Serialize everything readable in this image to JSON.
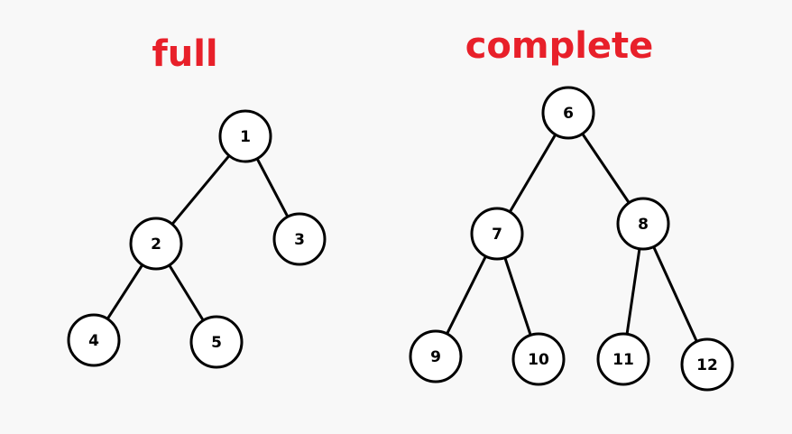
{
  "colors": {
    "title": "#e8202a",
    "node_fill": "#ffffff",
    "stroke": "#000000",
    "background": "#f8f8f8"
  },
  "trees": {
    "full": {
      "title": "full",
      "nodes": [
        {
          "id": "1",
          "label": "1"
        },
        {
          "id": "2",
          "label": "2"
        },
        {
          "id": "3",
          "label": "3"
        },
        {
          "id": "4",
          "label": "4"
        },
        {
          "id": "5",
          "label": "5"
        }
      ],
      "edges": [
        [
          "1",
          "2"
        ],
        [
          "1",
          "3"
        ],
        [
          "2",
          "4"
        ],
        [
          "2",
          "5"
        ]
      ]
    },
    "complete": {
      "title": "complete",
      "nodes": [
        {
          "id": "6",
          "label": "6"
        },
        {
          "id": "7",
          "label": "7"
        },
        {
          "id": "8",
          "label": "8"
        },
        {
          "id": "9",
          "label": "9"
        },
        {
          "id": "10",
          "label": "10"
        },
        {
          "id": "11",
          "label": "11"
        },
        {
          "id": "12",
          "label": "12"
        }
      ],
      "edges": [
        [
          "6",
          "7"
        ],
        [
          "6",
          "8"
        ],
        [
          "7",
          "9"
        ],
        [
          "7",
          "10"
        ],
        [
          "8",
          "11"
        ],
        [
          "8",
          "12"
        ]
      ]
    }
  }
}
